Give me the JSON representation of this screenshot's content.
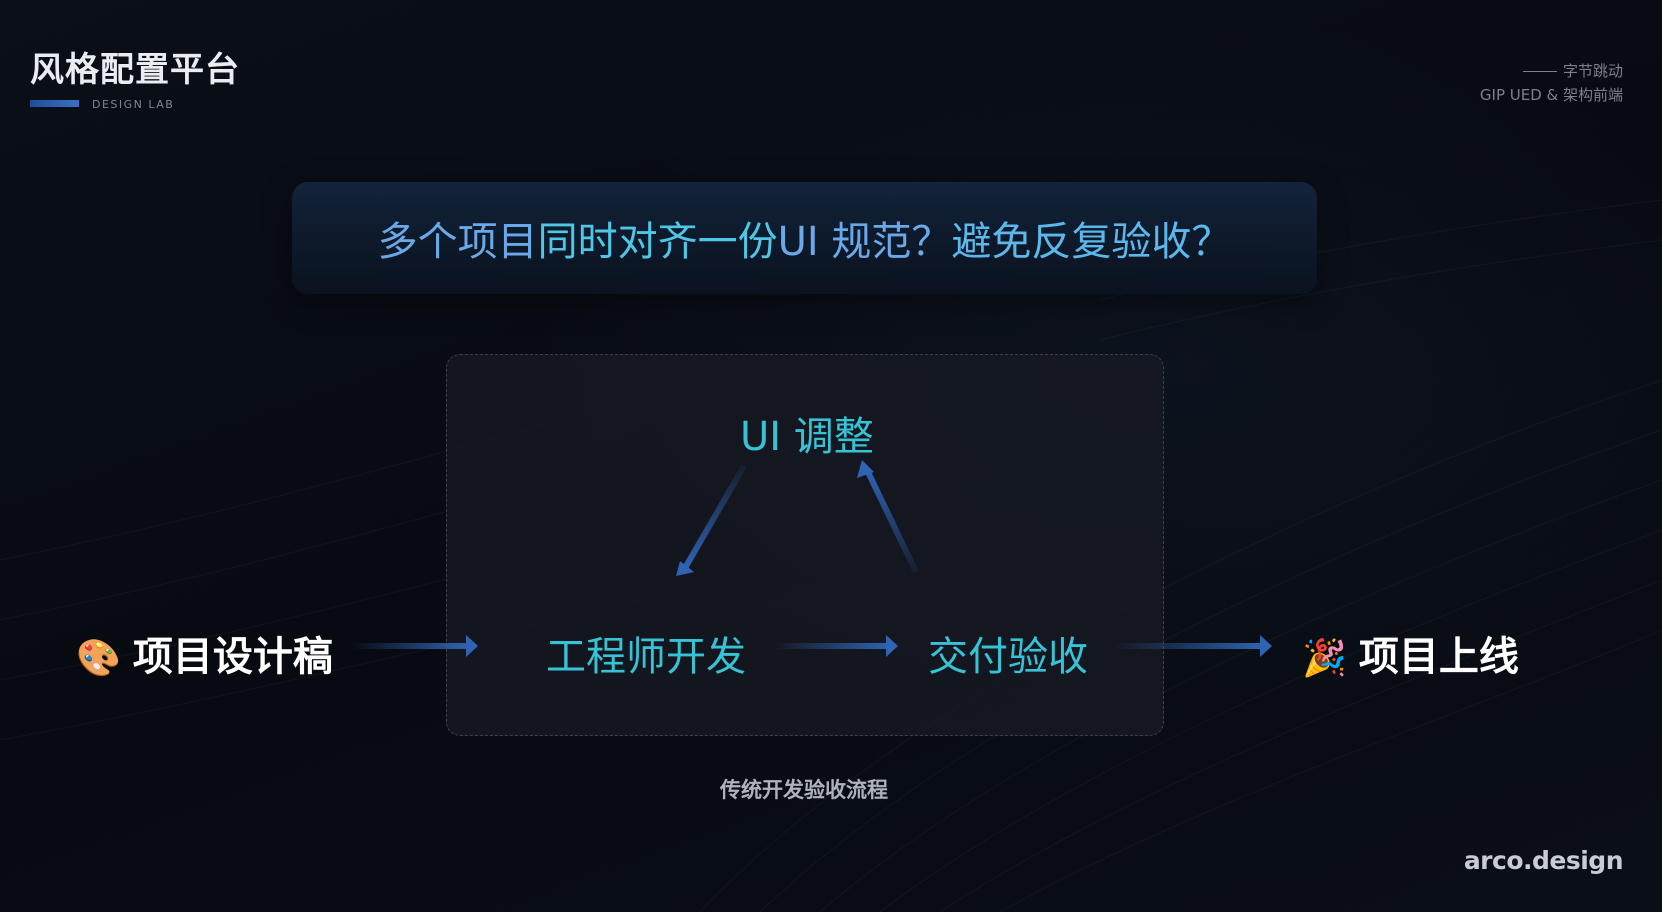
{
  "header": {
    "title": "风格配置平台",
    "subtitle": "DESIGN LAB",
    "org_line1": "字节跳动",
    "org_line2": "GIP UED & 架构前端"
  },
  "banner": {
    "part1": "多个项目",
    "part2": "同时对齐一份",
    "part3": " UI 规范？",
    "part4": "避免反复验收？"
  },
  "flow": {
    "ui_adjust": "UI 调整",
    "engineer_dev": "工程师开发",
    "delivery_accept": "交付验收",
    "design_draft": "项目设计稿",
    "design_emoji": "🎨",
    "launch": "项目上线",
    "launch_emoji": "🎉"
  },
  "caption": "传统开发验收流程",
  "footer": {
    "logo": "arco.design"
  },
  "colors": {
    "node_text": "#36c3d6",
    "arrow": "#2f63b4",
    "background": "#080c14"
  }
}
